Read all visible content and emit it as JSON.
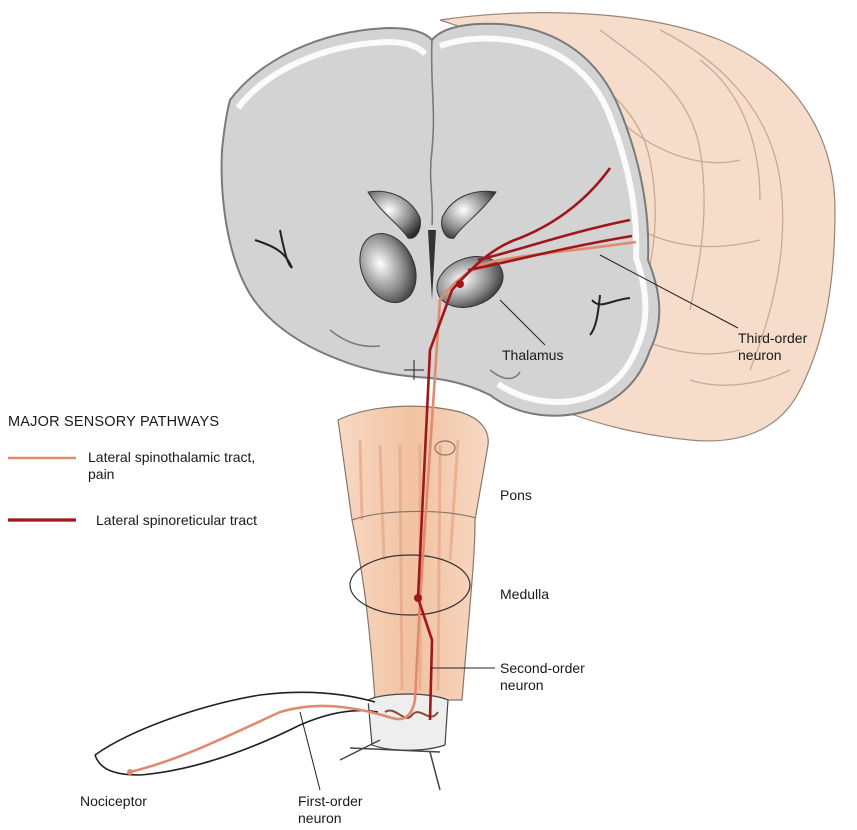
{
  "labels": {
    "thalamus": "Thalamus",
    "third_order": [
      "Third-order",
      "neuron"
    ],
    "pons": "Pons",
    "medulla": "Medulla",
    "second_order": [
      "Second-order",
      "neuron"
    ],
    "nociceptor": "Nociceptor",
    "first_order": [
      "First-order",
      "neuron"
    ]
  },
  "legend": {
    "title": "MAJOR SENSORY PATHWAYS",
    "items": [
      {
        "label_lines": [
          "Lateral spinothalamic tract,",
          "pain"
        ],
        "color": "#e08a6e"
      },
      {
        "label_lines": [
          "Lateral spinoreticular tract"
        ],
        "color": "#a0161a"
      }
    ]
  },
  "colors": {
    "brain_section": "#d3d3d3",
    "brain_outline": "#7a7a7a",
    "cortex_surface": "#f6dccb",
    "brainstem": "#f4c9ac",
    "spinothalamic": "#e08a6e",
    "spinoreticular": "#a0161a"
  }
}
